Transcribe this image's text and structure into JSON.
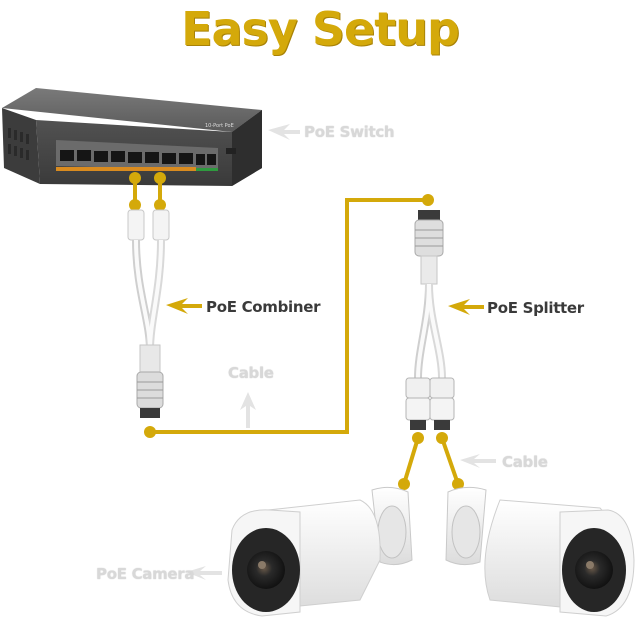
{
  "title": "Easy Setup",
  "labels": {
    "poe_switch": "PoE Switch",
    "poe_combiner": "PoE Combiner",
    "poe_splitter": "PoE Splitter",
    "cable_top": "Cable",
    "cable_right": "Cable",
    "poe_camera": "PoE Camera"
  },
  "colors": {
    "title": "#d4a90a",
    "cable_line": "#d4a90a",
    "label_dark": "#3a3a3a",
    "label_light": "#d8d8d8",
    "switch_body": "#4a4a4a",
    "camera_body": "#f2f2f2",
    "camera_lens": "#1c1c1c"
  },
  "icons": {
    "switch": "network-switch-icon",
    "combiner": "poe-combiner-icon",
    "splitter": "poe-splitter-icon",
    "camera": "bullet-camera-icon"
  }
}
